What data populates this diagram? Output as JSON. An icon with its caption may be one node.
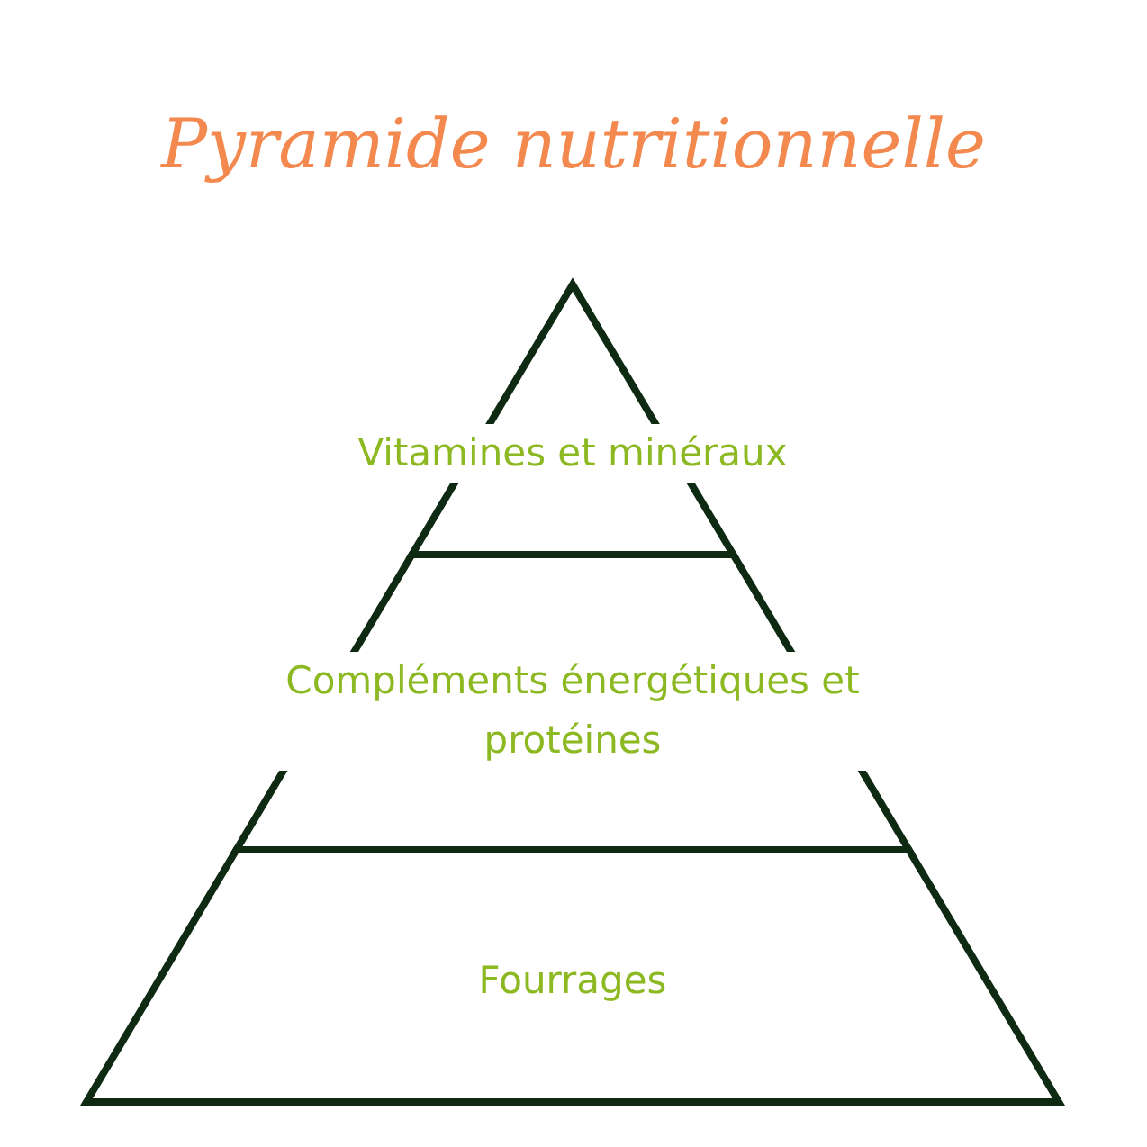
{
  "diagram": {
    "title": "Pyramide nutritionnelle",
    "nodes": [
      {
        "text": [
          "Vitamines et minéraux"
        ]
      },
      {
        "text": [
          "Compléments énergétiques et protéines"
        ]
      },
      {
        "text": [
          "Fourrages"
        ]
      }
    ]
  }
}
